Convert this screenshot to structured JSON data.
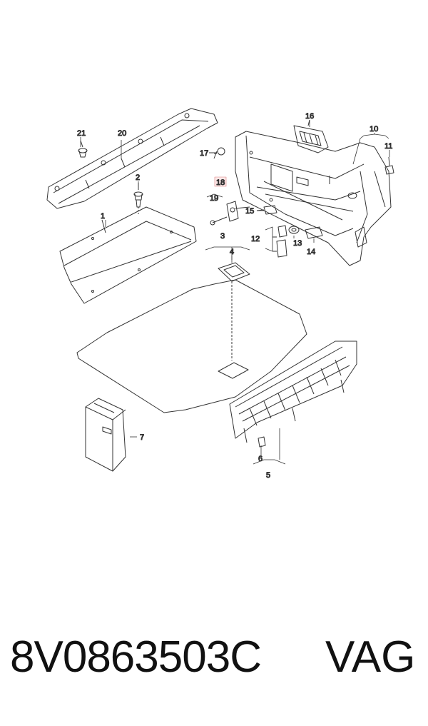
{
  "callouts": {
    "c1": "1",
    "c2": "2",
    "c3": "3",
    "c4": "4",
    "c5": "5",
    "c6": "6",
    "c7": "7",
    "c11": "11",
    "c10": "10",
    "c12": "12",
    "c13": "13",
    "c14": "14",
    "c15": "15",
    "c16": "16",
    "c17": "17",
    "c18": "18",
    "c19": "19",
    "c20": "20",
    "c21": "21"
  },
  "highlight_color": "#c0392b",
  "footer": {
    "part_number": "8V0863503C",
    "brand": "VAG"
  }
}
